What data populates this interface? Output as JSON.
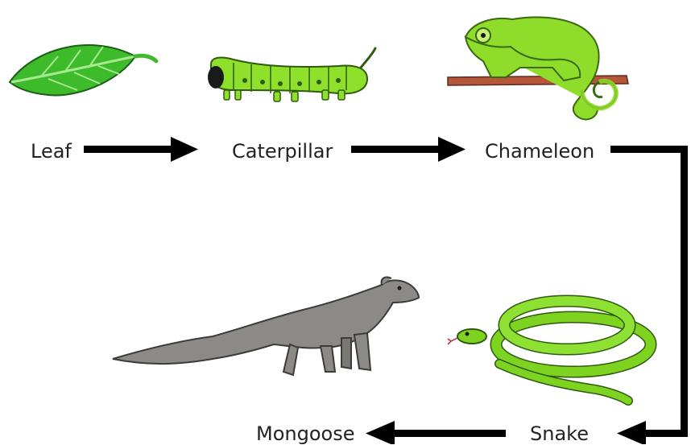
{
  "organisms": [
    {
      "id": "leaf",
      "label": "Leaf",
      "icon": "leaf-icon"
    },
    {
      "id": "caterpillar",
      "label": "Caterpillar",
      "icon": "caterpillar-icon"
    },
    {
      "id": "chameleon",
      "label": "Chameleon",
      "icon": "chameleon-icon"
    },
    {
      "id": "snake",
      "label": "Snake",
      "icon": "snake-icon"
    },
    {
      "id": "mongoose",
      "label": "Mongoose",
      "icon": "mongoose-icon"
    }
  ],
  "links": [
    {
      "from": "Leaf",
      "to": "Caterpillar"
    },
    {
      "from": "Caterpillar",
      "to": "Chameleon"
    },
    {
      "from": "Chameleon",
      "to": "Snake"
    },
    {
      "from": "Snake",
      "to": "Mongoose"
    }
  ],
  "colors": {
    "arrow": "#000000",
    "text": "#222222",
    "leaf_green": "#3dbb2b",
    "caterpillar_green": "#8ee02a",
    "chameleon_green": "#8fdc2a",
    "branch_brown": "#b5553a",
    "snake_green": "#7ed321",
    "mongoose_gray": "#8c8a86"
  }
}
